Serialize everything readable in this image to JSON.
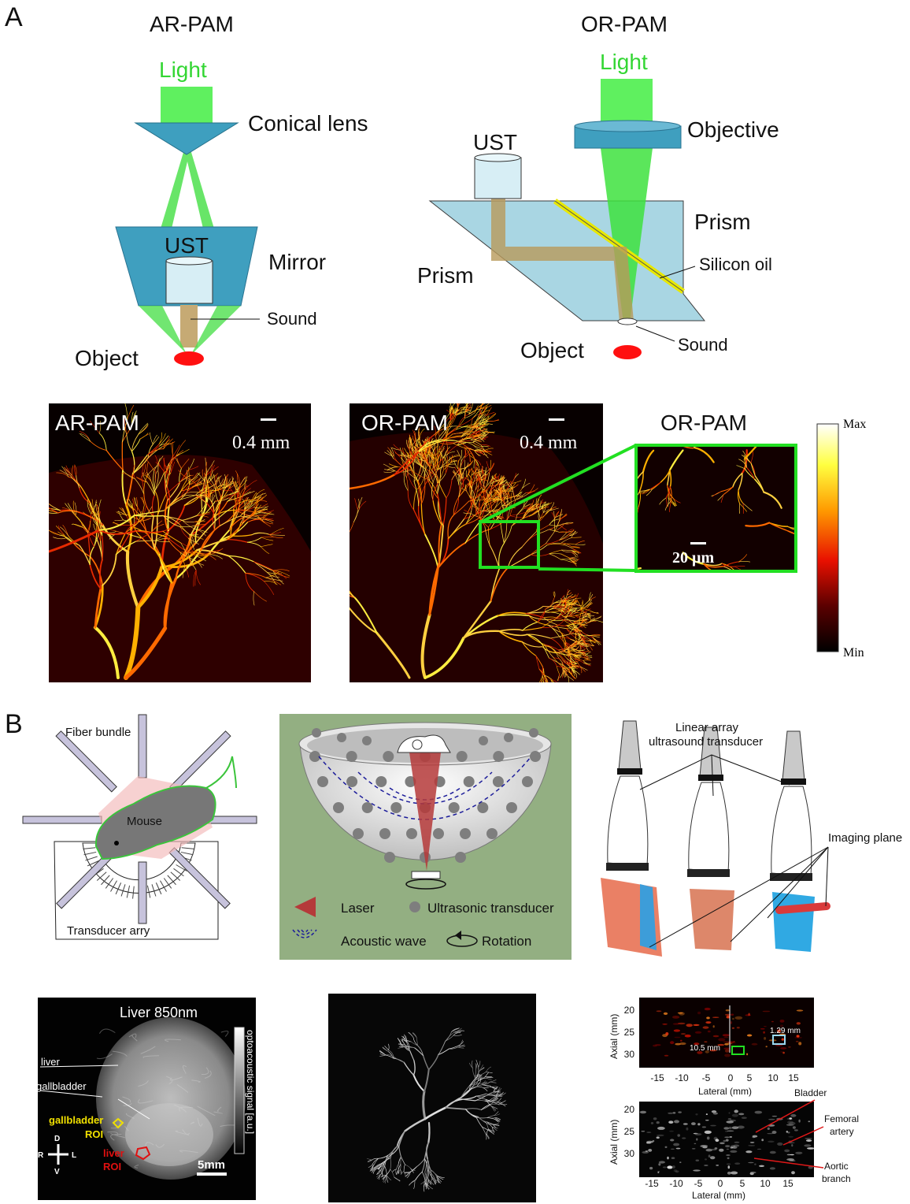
{
  "panel_a": {
    "letter": "A",
    "ar_title": "AR-PAM",
    "or_title": "OR-PAM",
    "ar": {
      "light": "Light",
      "conical_lens": "Conical lens",
      "ust": "UST",
      "mirror": "Mirror",
      "sound": "Sound",
      "object": "Object"
    },
    "or": {
      "light": "Light",
      "objective": "Objective",
      "ust": "UST",
      "prism_right": "Prism",
      "silicon_oil": "Silicon oil",
      "prism_left": "Prism",
      "object": "Object",
      "sound": "Sound"
    },
    "images": {
      "ar_label": "AR-PAM",
      "ar_scale": "0.4 mm",
      "or_label": "OR-PAM",
      "or_scale": "0.4 mm",
      "zoom_label": "OR-PAM",
      "zoom_scale": "20 µm",
      "colorbar_max": "Max",
      "colorbar_min": "Min"
    }
  },
  "panel_b": {
    "letter": "B",
    "ring": {
      "fiber_bundle": "Fiber bundle",
      "mouse": "Mouse",
      "transducer": "Transducer arry"
    },
    "bowl": {
      "laser": "Laser",
      "ultrasonic": "Ultrasonic transducer",
      "acoustic": "Acoustic wave",
      "rotation": "Rotation"
    },
    "linear": {
      "title_line1": "Linear array",
      "title_line2": "ultrasound transducer",
      "imaging_plane": "Imaging plane"
    },
    "liver": {
      "title": "Liver 850nm",
      "liver": "liver",
      "gallbladder": "gallbladder",
      "gallbladder_roi_1": "gallbladder",
      "gallbladder_roi_2": "ROI",
      "liver_roi_1": "liver",
      "liver_roi_2": "ROI",
      "d": "D",
      "v": "V",
      "r": "R",
      "l": "L",
      "scale": "5mm",
      "signal_label": "optoacoustic signal [a.u.]"
    },
    "us_top": {
      "ylabel": "Axial (mm)",
      "xlabel": "Lateral (mm)",
      "yticks": [
        "20",
        "25",
        "30"
      ],
      "xticks": [
        "-15",
        "-10",
        "-5",
        "0",
        "5",
        "10",
        "15"
      ],
      "measure_1": "10.5 mm",
      "measure_2": "1.29 mm"
    },
    "us_bottom": {
      "ylabel": "Axial (mm)",
      "xlabel": "Lateral (mm)",
      "yticks": [
        "20",
        "25",
        "30"
      ],
      "xticks": [
        "-15",
        "-10",
        "-5",
        "0",
        "5",
        "10",
        "15"
      ],
      "bladder": "Bladder",
      "femoral_1": "Femoral",
      "femoral_2": "artery",
      "aortic_1": "Aortic",
      "aortic_2": "branch"
    }
  }
}
